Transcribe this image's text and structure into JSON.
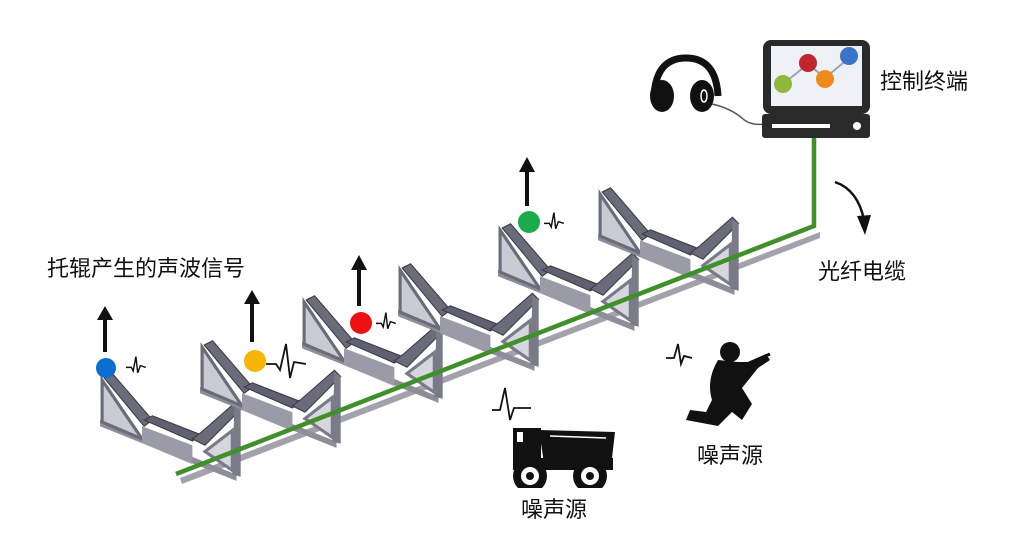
{
  "labels": {
    "terminal": "控制终端",
    "fiber_cable": "光纤电缆",
    "idler_signal": "托辊产生的声波信号",
    "noise_source_truck": "噪声源",
    "noise_source_worker": "噪声源"
  },
  "colors": {
    "fiber": "#3f8f2a",
    "belt_rail": "#9a9aa5",
    "idler": "#6b6c7a",
    "sensor_blue": "#0a6fd0",
    "sensor_yellow": "#f7b500",
    "sensor_red": "#ee1111",
    "sensor_green": "#1aab4a",
    "icon_dark": "#111111"
  },
  "sensors": [
    {
      "name": "blue",
      "color_key": "sensor_blue"
    },
    {
      "name": "yellow",
      "color_key": "sensor_yellow"
    },
    {
      "name": "red",
      "color_key": "sensor_red"
    },
    {
      "name": "green",
      "color_key": "sensor_green"
    }
  ]
}
